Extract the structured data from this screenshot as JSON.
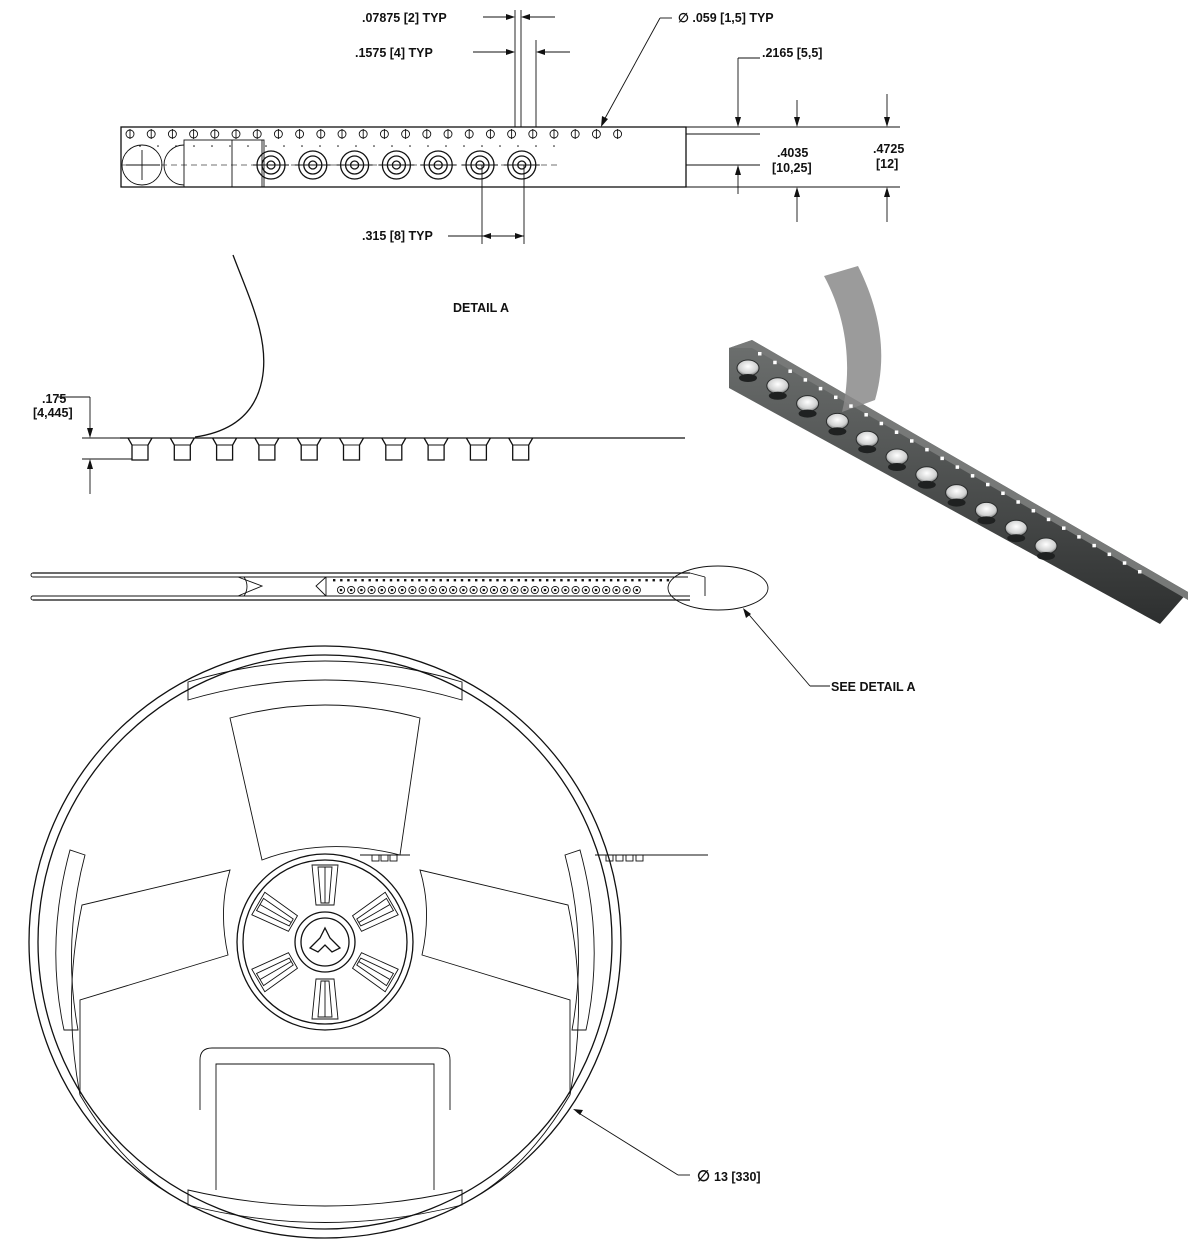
{
  "labels": {
    "hole_spacing": ".07875 [2] TYP",
    "hole_dia": "∅ .059 [1,5] TYP",
    "sprocket_pitch": ".1575 [4] TYP",
    "hole_edge": ".2165 [5,5]",
    "pocket_center_in": ".4035",
    "pocket_center_mm": "[10,25]",
    "tape_width_in": ".4725",
    "tape_width_mm": "[12]",
    "pocket_pitch": ".315 [8] TYP",
    "detail_title": "DETAIL A",
    "pocket_depth_in": ".175",
    "pocket_depth_mm": "[4,445]",
    "see_detail": "SEE DETAIL A",
    "reel_dia_symbol": "∅",
    "reel_dia": "13  [330]"
  },
  "colors": {
    "line": "#111111",
    "tape_3d_dark": "#3a3c3c",
    "tape_3d_light": "#6d706f",
    "cover_tape": "#8a8a8a",
    "hole_white": "#ffffff"
  }
}
